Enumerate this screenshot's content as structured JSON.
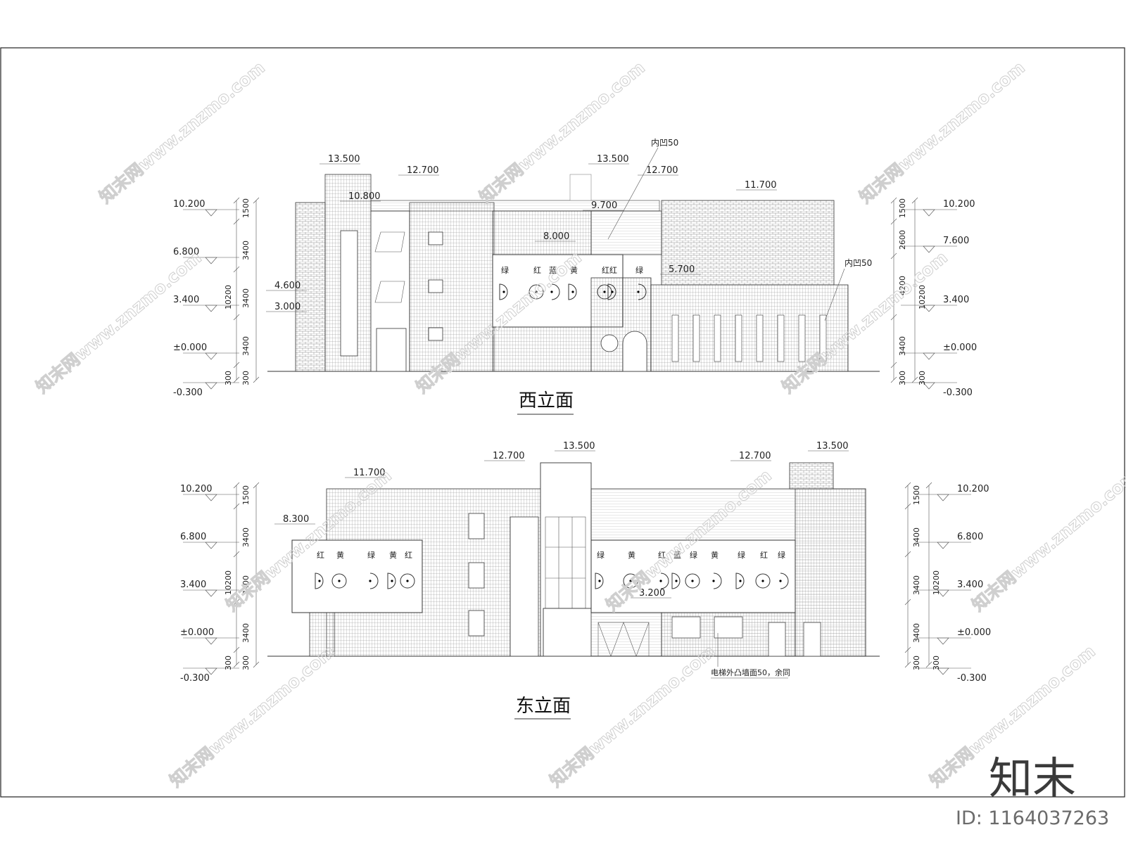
{
  "west": {
    "title": "西立面",
    "levels_left": [
      "10.200",
      "6.800",
      "3.400",
      "±0.000",
      "-0.300"
    ],
    "levels_right": [
      "10.200",
      "7.600",
      "3.400",
      "±0.000",
      "-0.300"
    ],
    "dims_left_outer": [
      "1500",
      "3400",
      "3400",
      "3400",
      "300"
    ],
    "dims_left_total": "10200",
    "dims_left_inner": [
      "300"
    ],
    "dims_right_outer": [
      "1500",
      "2600",
      "4200",
      "3400",
      "300"
    ],
    "dims_right_total": "10200",
    "dims_right_inner": [
      "300"
    ],
    "top_labels": [
      "13.500",
      "12.700",
      "10.800",
      "13.500",
      "12.700",
      "11.700",
      "9.700",
      "8.000",
      "4.600",
      "3.000",
      "5.700"
    ],
    "notes": [
      "内凹50",
      "内凹50"
    ],
    "colors": [
      "绿",
      "红",
      "蓝",
      "黄",
      "红",
      "绿",
      "红"
    ]
  },
  "east": {
    "title": "东立面",
    "levels_left": [
      "10.200",
      "6.800",
      "3.400",
      "±0.000",
      "-0.300"
    ],
    "levels_right": [
      "10.200",
      "6.800",
      "3.400",
      "±0.000",
      "-0.300"
    ],
    "dims_left_outer": [
      "1500",
      "3400",
      "3400",
      "3400",
      "300"
    ],
    "dims_left_total": "10200",
    "dims_left_inner": [
      "300"
    ],
    "dims_right_outer": [
      "1500",
      "3400",
      "3400",
      "3400",
      "300"
    ],
    "dims_right_total": "10200",
    "dims_right_inner": [
      "300"
    ],
    "top_labels": [
      "11.700",
      "12.700",
      "13.500",
      "12.700",
      "13.500",
      "8.300",
      "3.200"
    ],
    "colors_left": [
      "红",
      "黄",
      "绿",
      "黄",
      "红"
    ],
    "colors_right": [
      "绿",
      "黄",
      "红",
      "蓝",
      "绿",
      "黄",
      "绿",
      "红",
      "绿"
    ],
    "note": "电梯外凸墙面50，余同"
  },
  "watermark": "知末网www.znzmo.com",
  "logo": "知末",
  "id_label": "ID: 1164037263"
}
